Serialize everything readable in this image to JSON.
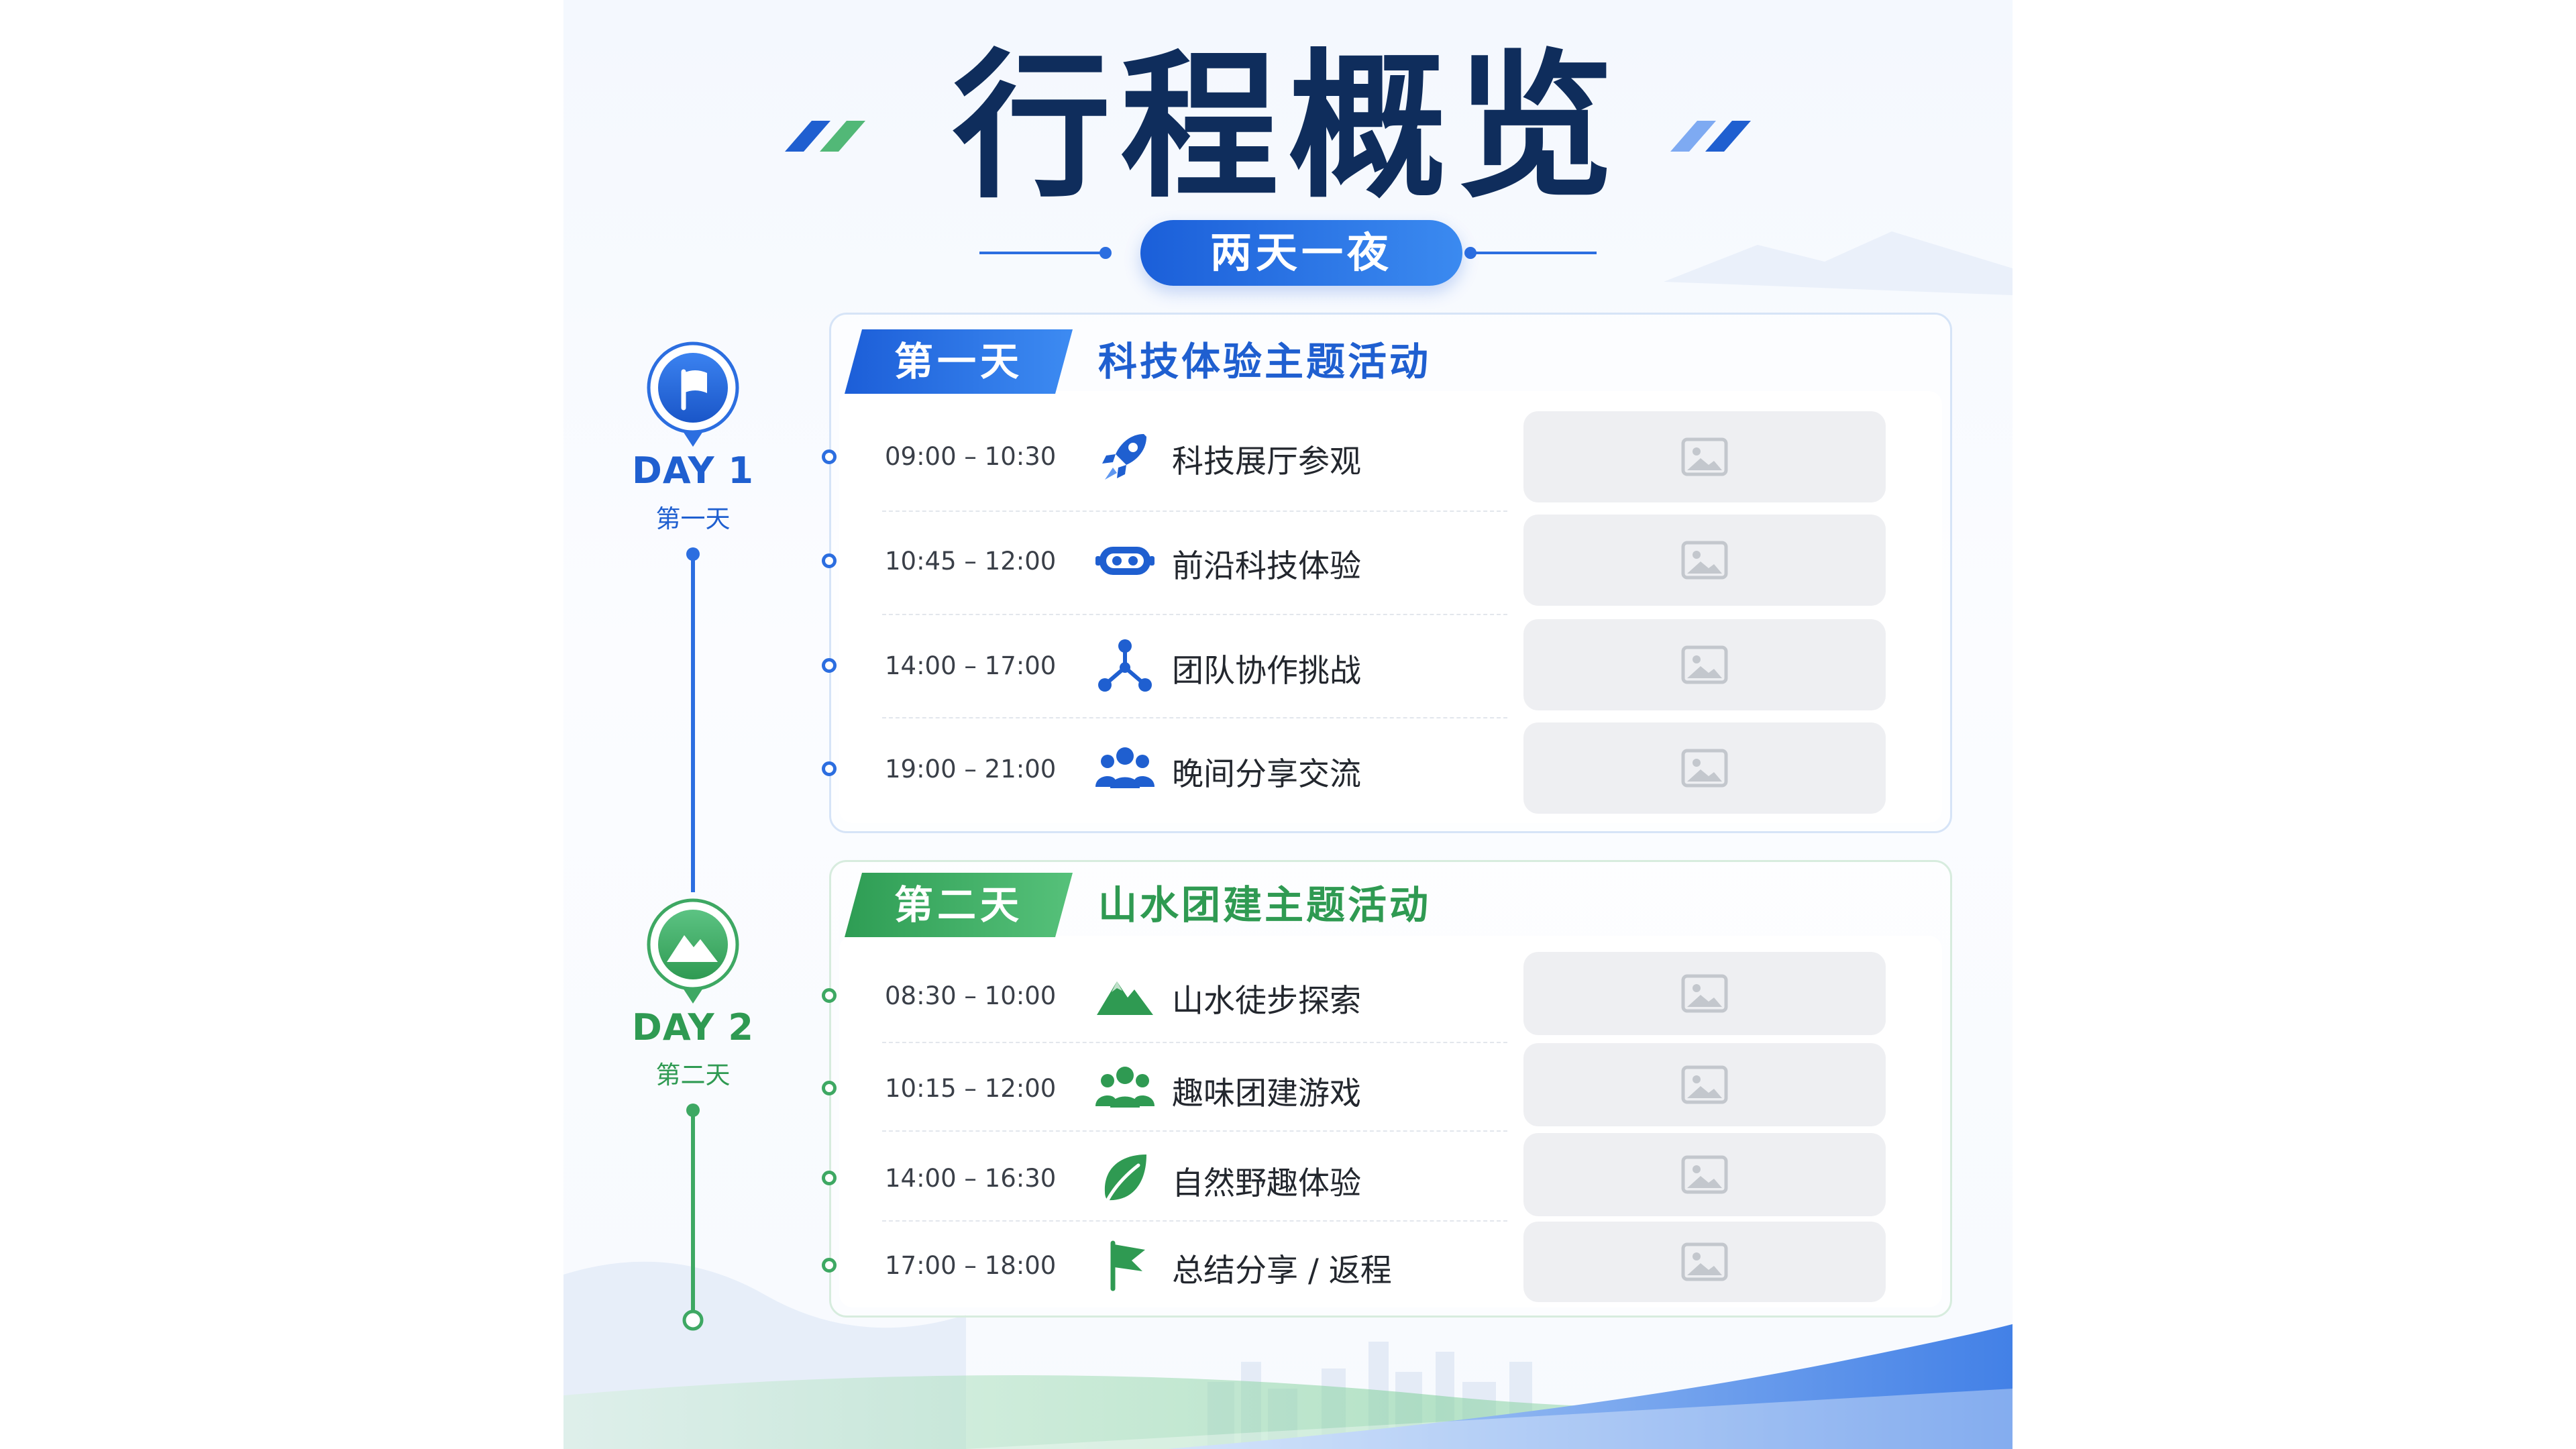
{
  "header": {
    "title": "行程概览",
    "subtitle": "两天一夜"
  },
  "colors": {
    "navy": "#0f2d5c",
    "blue": "#1f5fd0",
    "green": "#2f9a52",
    "placeholder": "#eeeff2"
  },
  "days": [
    {
      "day_label": "DAY 1",
      "day_sub": "第一天",
      "tab": "第一天",
      "theme": "科技体验主题活动",
      "marker_icon": "flag-icon",
      "items": [
        {
          "time": "09:00 – 10:30",
          "label": "科技展厅参观",
          "icon": "rocket-icon"
        },
        {
          "time": "10:45 – 12:00",
          "label": "前沿科技体验",
          "icon": "vr-headset-icon"
        },
        {
          "time": "14:00 – 17:00",
          "label": "团队协作挑战",
          "icon": "network-icon"
        },
        {
          "time": "19:00 – 21:00",
          "label": "晚间分享交流",
          "icon": "people-icon"
        }
      ]
    },
    {
      "day_label": "DAY 2",
      "day_sub": "第二天",
      "tab": "第二天",
      "theme": "山水团建主题活动",
      "marker_icon": "mountain-icon",
      "items": [
        {
          "time": "08:30 – 10:00",
          "label": "山水徒步探索",
          "icon": "mountain-icon"
        },
        {
          "time": "10:15 – 12:00",
          "label": "趣味团建游戏",
          "icon": "people-icon"
        },
        {
          "time": "14:00 – 16:30",
          "label": "自然野趣体验",
          "icon": "leaf-icon"
        },
        {
          "time": "17:00 – 18:00",
          "label": "总结分享 / 返程",
          "icon": "flag-icon"
        }
      ]
    }
  ]
}
